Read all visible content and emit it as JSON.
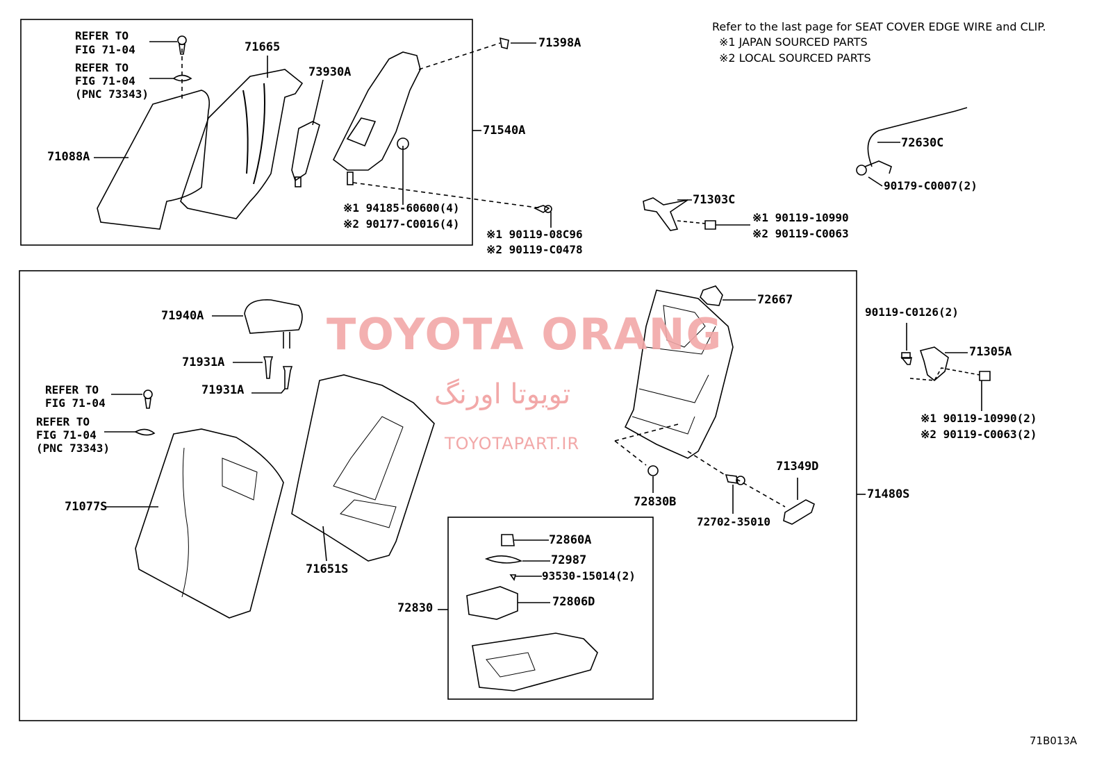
{
  "notes": {
    "line1": "Refer to the last page for SEAT COVER EDGE WIRE and CLIP.",
    "line2": "※1 JAPAN SOURCED PARTS",
    "line3": "※2 LOCAL SOURCED PARTS"
  },
  "watermark": {
    "latin": "TOYOTA ORANG",
    "persian": "تویوتا اورنگ",
    "url": "TOYOTAPART.IR"
  },
  "figure_code": "71B013A",
  "labels": {
    "refer_top_1": [
      "REFER TO",
      "FIG 71-04"
    ],
    "refer_top_2": [
      "REFER TO",
      "FIG 71-04",
      "(PNC 73343)"
    ],
    "p71665": "71665",
    "p73930A": "73930A",
    "p71398A": "71398A",
    "p71540A": "71540A",
    "p71088A": "71088A",
    "bolt_top_1": "※1 94185-60600(4)",
    "bolt_top_2": "※2 90177-C0016(4)",
    "bolt_mid_1": "※1 90119-08C96",
    "bolt_mid_2": "※2 90119-C0478",
    "p72630C": "72630C",
    "p90179": "90179-C0007(2)",
    "p71303C": "71303C",
    "bolt_right_1": "※1 90119-10990",
    "bolt_right_2": "※2 90119-C0063",
    "p71940A": "71940A",
    "p71931A_1": "71931A",
    "p71931A_2": "71931A",
    "refer_bot_1": [
      "REFER TO",
      "FIG 71-04"
    ],
    "refer_bot_2": [
      "REFER TO",
      "FIG 71-04",
      "(PNC 73343)"
    ],
    "p71077S": "71077S",
    "p71651S": "71651S",
    "p72667": "72667",
    "p90119_C0126": "90119-C0126(2)",
    "p71305A": "71305A",
    "bolt_far_1": "※1 90119-10990(2)",
    "bolt_far_2": "※2 90119-C0063(2)",
    "p72830B": "72830B",
    "p72702": "72702-35010",
    "p71349D": "71349D",
    "p71480S": "71480S",
    "p72860A": "72860A",
    "p72987": "72987",
    "p93530": "93530-15014(2)",
    "p72830": "72830",
    "p72806D": "72806D"
  }
}
